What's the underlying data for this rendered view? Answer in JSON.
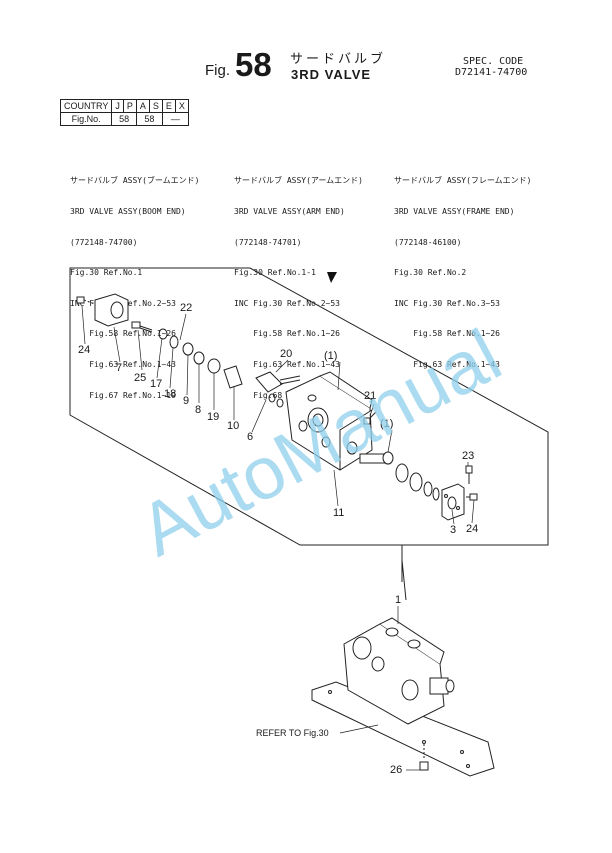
{
  "header": {
    "fig_prefix": "Fig.",
    "fig_number": "58",
    "title_jp": "サードバルブ",
    "title_en": "3RD VALVE",
    "spec_label": "SPEC. CODE",
    "spec_code": "D72141-74700"
  },
  "country_table": {
    "row1": [
      "COUNTRY",
      "J",
      "P",
      "A",
      "S",
      "E",
      "X"
    ],
    "row2": [
      "Fig.No.",
      "58",
      "58",
      "—"
    ]
  },
  "assemblies": [
    {
      "lines": [
        "サードバルブ ASSY(ブームエンド)",
        "3RD VALVE ASSY(BOOM END)",
        "(772148-74700)",
        "Fig.30 Ref.No.1",
        "INC Fig.30 Ref.No.2~53",
        "    Fig.58 Ref.No.1~26",
        "    Fig.63 Ref.No.1~43",
        "    Fig.67 Ref.No.1~19"
      ]
    },
    {
      "lines": [
        "サードバルブ ASSY(アームエンド)",
        "3RD VALVE ASSY(ARM END)",
        "(772148-74701)",
        "Fig.30 Ref.No.1-1",
        "INC Fig.30 Ref.No.2~53",
        "    Fig.58 Ref.No.1~26",
        "    Fig.63 Ref.No.1~43",
        "    Fig.68 Ref.No.1~34"
      ]
    },
    {
      "lines": [
        "サードバルブ ASSY(フレームエンド)",
        "3RD VALVE ASSY(FRAME END)",
        "(772148-46100)",
        "Fig.30 Ref.No.2",
        "INC Fig.30 Ref.No.3~53",
        "    Fig.58 Ref.No.1~26",
        "    Fig.63 Ref.No.1~43"
      ]
    }
  ],
  "callouts": [
    "24",
    "7",
    "25",
    "17",
    "18",
    "9",
    "8",
    "19",
    "22",
    "20",
    "(1)",
    "21",
    "(1)",
    "10",
    "6",
    "11",
    "23",
    "3",
    "24",
    "1",
    "26"
  ],
  "refer_label": "REFER TO Fig.30",
  "watermark": "AutoManual",
  "colors": {
    "watermark": "#8fd0ec",
    "line": "#222222"
  }
}
